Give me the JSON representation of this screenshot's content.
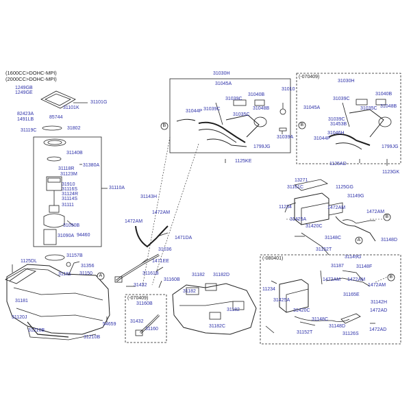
{
  "header": {
    "engine_1": "(1600CC>DOHC-MPI)",
    "engine_2": "(2000CC>DOHC-MPI)"
  },
  "callouts": {
    "a": "A",
    "b": "B"
  },
  "inset_titles": {
    "upper_right": "(-070409)",
    "lower_right": "(-080401)",
    "lower_middle": "(-070409)"
  },
  "parts": {
    "p31101G": "31101G",
    "p1249GB": "1249GB",
    "p1249GE": "1249GE",
    "p31101K": "31101K",
    "p82423A": "82423A",
    "p1491LB": "1491LB",
    "p85744": "85744",
    "p31119C": "31119C",
    "p31802": "31802",
    "p31140B": "31140B",
    "p31118R": "31118R",
    "p31380A": "31380A",
    "p31123M": "31123M",
    "p31910": "31910",
    "p31116S": "31116S",
    "p31124R": "31124R",
    "p31114S": "31114S",
    "p31110A": "31110A",
    "p31111": "31111",
    "p31090B": "31090B",
    "p31090A": "31090A",
    "p94460": "94460",
    "p1125DL": "1125DL",
    "p31157B": "31157B",
    "p31356": "31356",
    "p31181": "31181",
    "p31150": "31150",
    "p31181b": "31181",
    "p31120J": "31120J",
    "p31210B": "31210B",
    "p31210B2": "31210B",
    "p54659": "54659",
    "p31030H": "31030H",
    "p31045A": "31045A",
    "p31040B": "31040B",
    "p31039C": "31039C",
    "p31039C2": "31039C",
    "p31044P": "31044P",
    "p31048B": "31048B",
    "p31035C": "31035C",
    "p31039A": "31039A",
    "p1799JG": "1799JG",
    "p1125KE": "1125KE",
    "p31010": "31010",
    "p31143H": "31143H",
    "p1472AM": "1472AM",
    "p1472AM2": "1472AM",
    "p1471DA": "1471DA",
    "p31036": "31036",
    "p1471EE": "1471EE",
    "p31161B": "31161B",
    "p31160B": "31160B",
    "p31432": "31432",
    "p31182": "31182",
    "p31182D": "31182D",
    "p31182b": "31182",
    "p31182c": "31182",
    "p31182C": "31182C",
    "p31160B2": "31160B",
    "p31432b": "31432",
    "p31160": "31160",
    "r31030H": "31030H",
    "r31040B": "31040B",
    "r31039C": "31039C",
    "r31045A": "31045A",
    "r31035C": "31035C",
    "r31048B": "31048B",
    "r31039Cb": "31039C",
    "r31453B": "31453B",
    "r31046H": "31046H",
    "r31044P": "31044P",
    "r1799JG": "1799JG",
    "r1125AD": "1125AD",
    "r1123GK": "1123GK",
    "m13271": "13271",
    "m31161C": "31161C",
    "m1125GG": "1125GG",
    "m31149G": "31149G",
    "m11234": "11234",
    "m1472AM": "1472AM",
    "m1472AM2": "1472AM",
    "m31425A": "31425A",
    "m31420C": "31420C",
    "m31148C": "31148C",
    "m31148D": "31148D",
    "m31152T": "31152T",
    "l31149G": "31149G",
    "l31187": "31187",
    "l31148F": "31148F",
    "l1472AM": "1472AM",
    "l1472AM2": "1472AM",
    "l1472AM3": "1472AM",
    "l11234": "11234",
    "l31425A": "31425A",
    "l31165E": "31165E",
    "l31142H": "31142H",
    "l31420C": "31420C",
    "l1472AD": "1472AD",
    "l31148C": "31148C",
    "l31148D": "31148D",
    "l1472AD2": "1472AD",
    "l31152T": "31152T",
    "l31126S": "31126S"
  },
  "colors": {
    "label": "#2b2fa8",
    "line": "#1e1e1e",
    "box": "#333333"
  }
}
